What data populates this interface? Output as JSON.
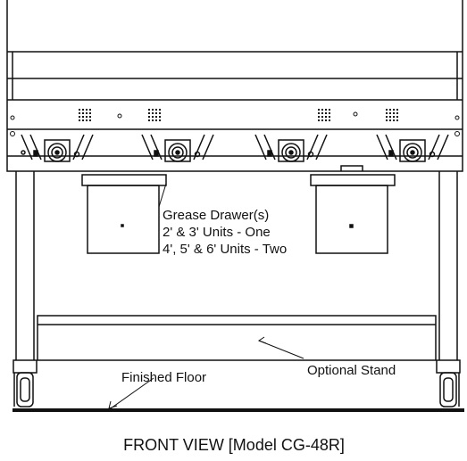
{
  "callouts": {
    "grease_drawer_line1": "Grease Drawer(s)",
    "grease_drawer_line2": "2' & 3' Units - One",
    "grease_drawer_line3": "4', 5' & 6' Units - Two",
    "optional_stand": "Optional Stand",
    "finished_floor": "Finished Floor"
  },
  "caption": "FRONT VIEW [Model CG-48R]"
}
